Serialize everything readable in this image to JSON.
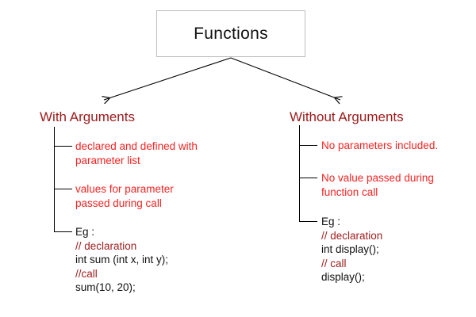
{
  "diagram": {
    "root": {
      "label": "Functions"
    },
    "branches": [
      {
        "id": "with-arguments",
        "heading": "With Arguments",
        "bullets": [
          "declared and defined with\nparameter list",
          "values for parameter\npassed during call"
        ],
        "example": {
          "lines": [
            {
              "text": "Eg :",
              "style": "plain"
            },
            {
              "text": "// declaration",
              "style": "comment"
            },
            {
              "text": "int sum (int x, int y);",
              "style": "plain"
            },
            {
              "text": "//call",
              "style": "comment"
            },
            {
              "text": "sum(10, 20);",
              "style": "plain"
            }
          ]
        }
      },
      {
        "id": "without-arguments",
        "heading": "Without Arguments",
        "bullets": [
          "No parameters included.",
          "No value passed during\nfunction call"
        ],
        "example": {
          "lines": [
            {
              "text": "Eg :",
              "style": "plain"
            },
            {
              "text": "// declaration",
              "style": "comment"
            },
            {
              "text": "int display();",
              "style": "plain"
            },
            {
              "text": "// call",
              "style": "comment"
            },
            {
              "text": "display();",
              "style": "plain"
            }
          ]
        }
      }
    ],
    "connectors": {
      "arrow_left_name": "arrow-to-with-arguments",
      "arrow_right_name": "arrow-to-without-arguments"
    },
    "colors": {
      "background": "#ffffff",
      "root_text": "#101010",
      "heading_red": "#9d1b1b",
      "bullet_red": "#fa2222",
      "comment_red": "#a01f1f",
      "code_text": "#101010",
      "box_border": "#bdbdbd",
      "line": "#000000"
    }
  }
}
